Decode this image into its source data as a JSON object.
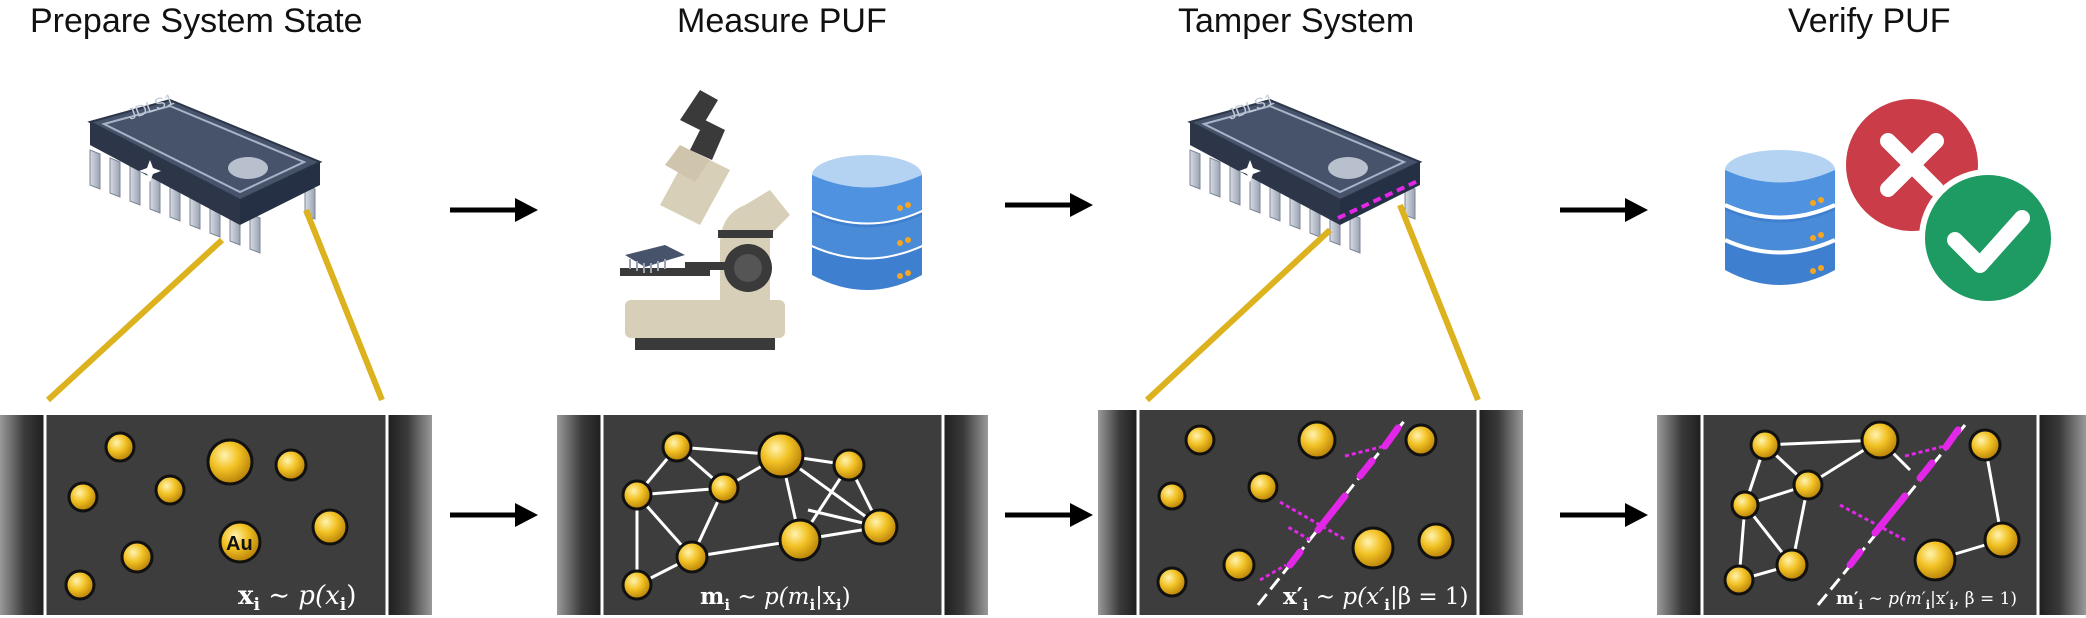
{
  "steps": [
    {
      "title": "Prepare System State"
    },
    {
      "title": "Measure PUF"
    },
    {
      "title": "Tamper System"
    },
    {
      "title": "Verify PUF"
    }
  ],
  "chip_label": "JDLS1",
  "particle_label": "Au",
  "formulas": [
    {
      "main": "x",
      "sub": "i",
      "rest": " ∼ p(x",
      "sub2": "i",
      "end": ")"
    },
    {
      "main": "m",
      "sub": "i",
      "rest": " ∼ p(m",
      "sub2": "i",
      "end": "|x",
      "sub3": "i",
      "end2": ")"
    },
    {
      "main": "x′",
      "sub": "i",
      "rest": " ∼ p(x′",
      "sub2": "i",
      "end": "|β = 1)"
    },
    {
      "main": "m′",
      "sub": "i",
      "rest": " ∼ p(m′",
      "sub2": "i",
      "end": "|x′",
      "sub3": "i",
      "end2": ", β = 1)"
    }
  ],
  "colors": {
    "gold": "#e7b21a",
    "panel": "#3d3d3d",
    "magenta": "#e327e9",
    "chip": "#3b4a63",
    "db": "#3f86d6",
    "reject": "#c93c48",
    "accept": "#1e9a63"
  },
  "icons": [
    "chip-icon",
    "microscope-icon",
    "database-icon",
    "reject-x-icon",
    "accept-check-icon",
    "arrow-right-icon"
  ]
}
